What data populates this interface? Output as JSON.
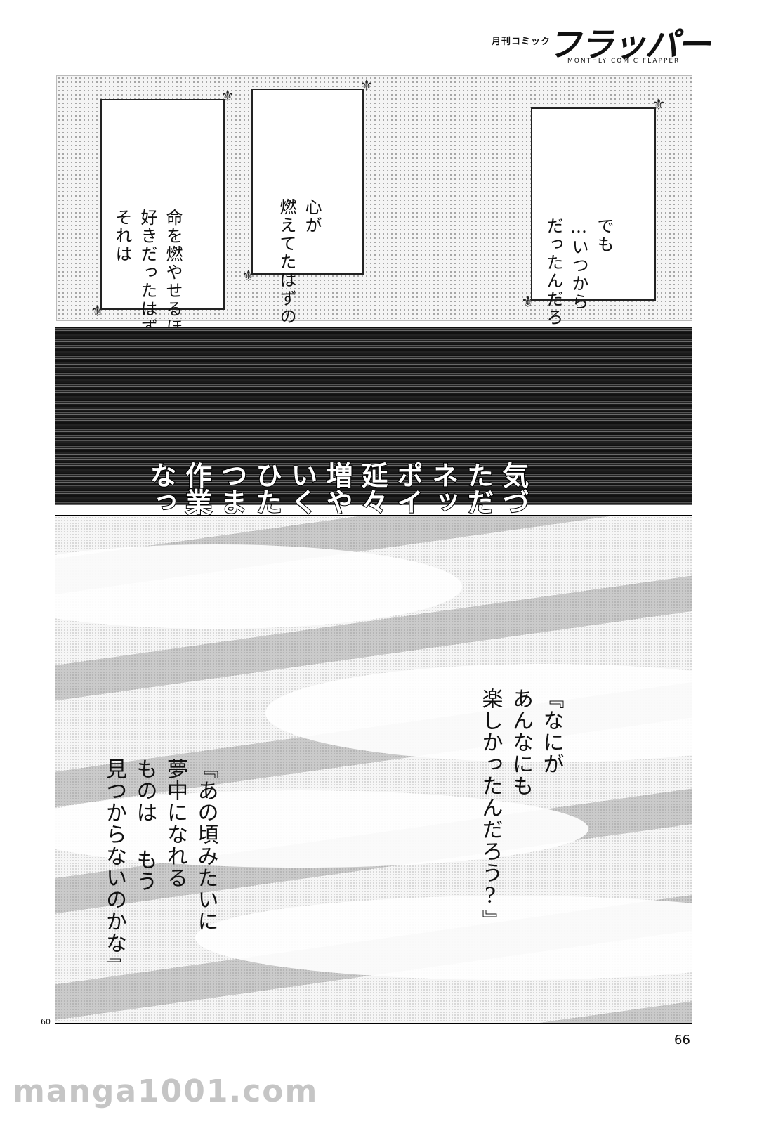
{
  "header": {
    "magazine_label": "月刊コミック",
    "logo_main": "フラッパー",
    "logo_sub": "MONTHLY COMIC FLAPPER"
  },
  "panel1": {
    "box_right": [
      "でも",
      "…いつから",
      "だったんだろう"
    ],
    "box_middle": [
      "心が",
      "燃えてたはずの"
    ],
    "box_left": [
      "命を燃やせるほど",
      "好きだったはずの",
      "それは"
    ],
    "ornament": "⚜"
  },
  "panel2": {
    "lines": [
      "気づけば",
      "ただ",
      "ネット対戦で",
      "ポイントを",
      "延々",
      "増やして",
      "いくだけの",
      "ひたすら",
      "つまらない",
      "作業に",
      "なってた"
    ]
  },
  "panel3": {
    "quote1": [
      "『なにが",
      "あんなにも",
      "楽しかったんだろう?』"
    ],
    "quote2": [
      "『あの頃みたいに",
      "夢中になれる",
      "ものは もう",
      "見つからないのかな』"
    ]
  },
  "footer": {
    "small_number": "60",
    "page_number": "66",
    "watermark": "manga1001.com"
  }
}
